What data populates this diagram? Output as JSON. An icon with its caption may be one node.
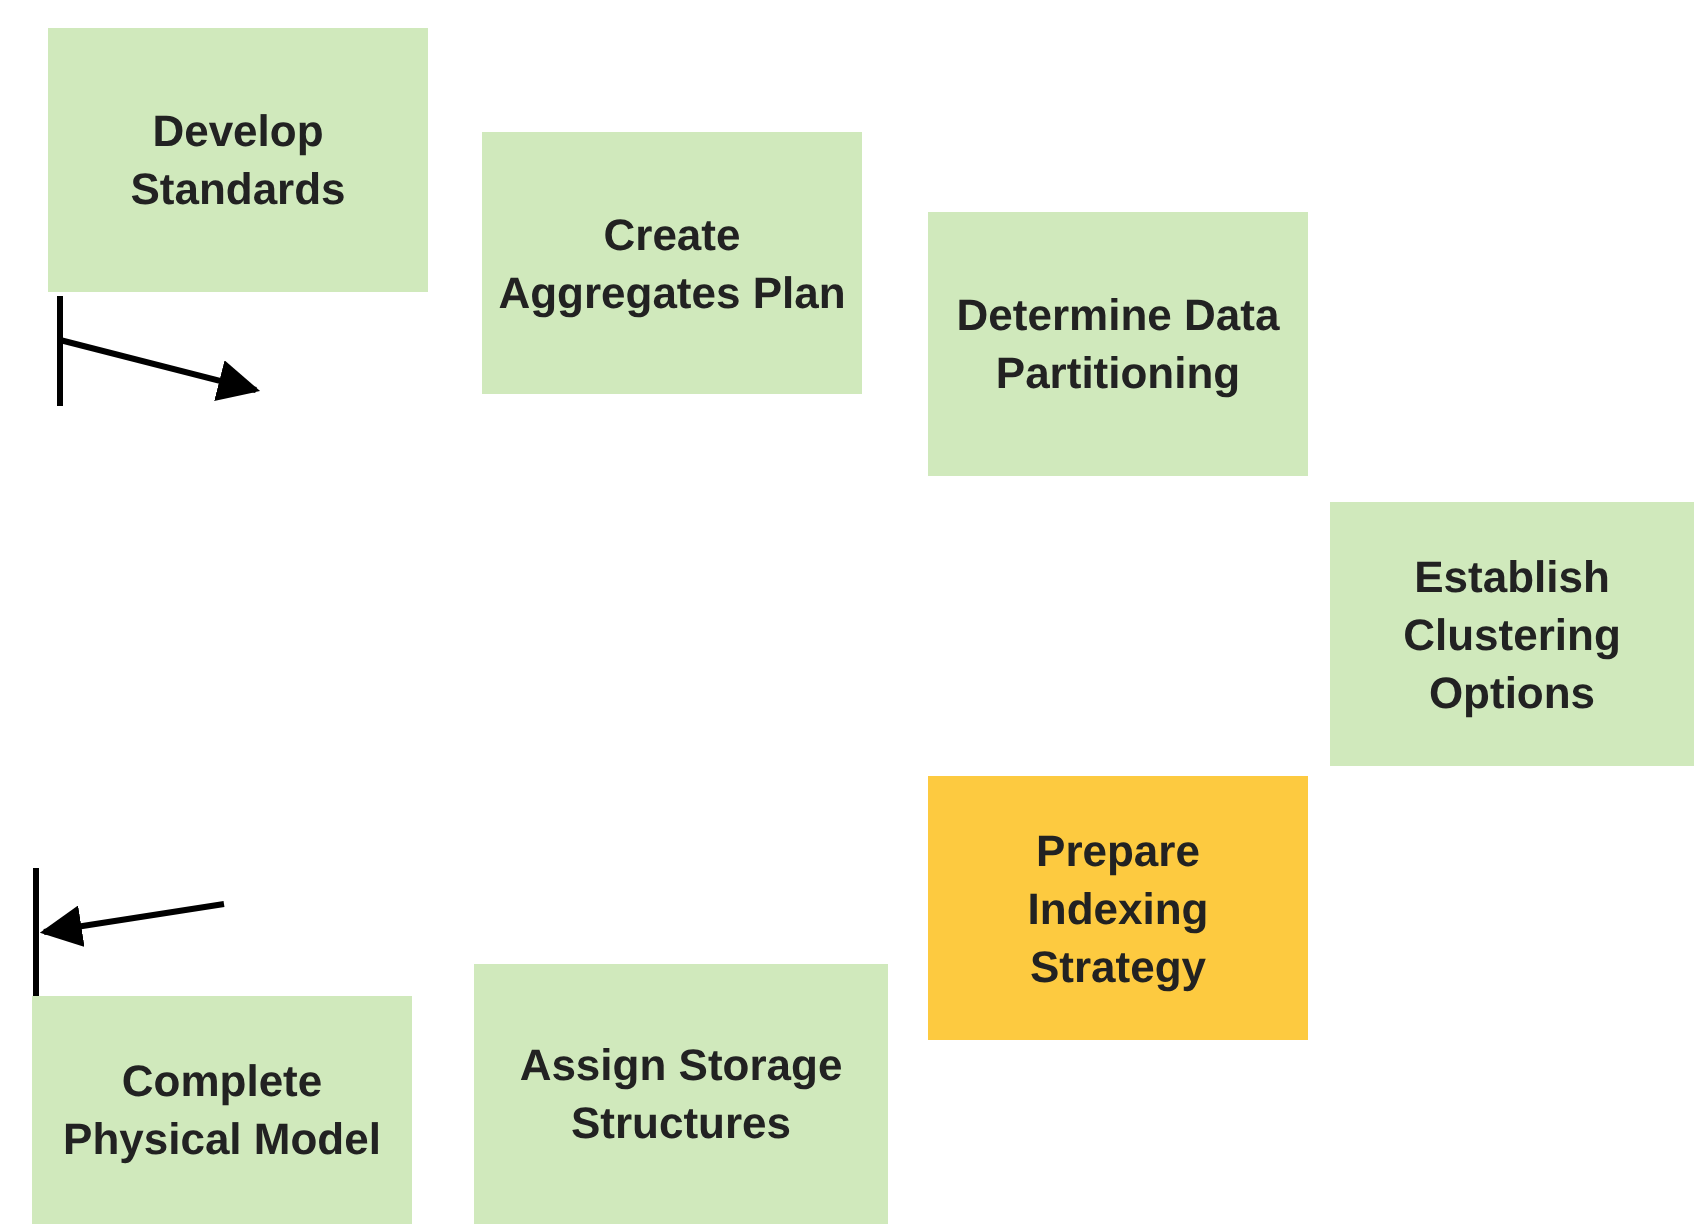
{
  "diagram": {
    "nodes": [
      {
        "text": [
          "Develop Standards"
        ]
      },
      {
        "text": [
          "Create Aggregates Plan"
        ]
      },
      {
        "text": [
          "Determine Data Partitioning"
        ]
      },
      {
        "text": [
          "Establish Clustering Options"
        ]
      },
      {
        "text": [
          "Prepare Indexing Strategy"
        ]
      },
      {
        "text": [
          "Assign Storage Structures"
        ]
      },
      {
        "text": [
          "Complete Physical Model"
        ]
      }
    ]
  }
}
